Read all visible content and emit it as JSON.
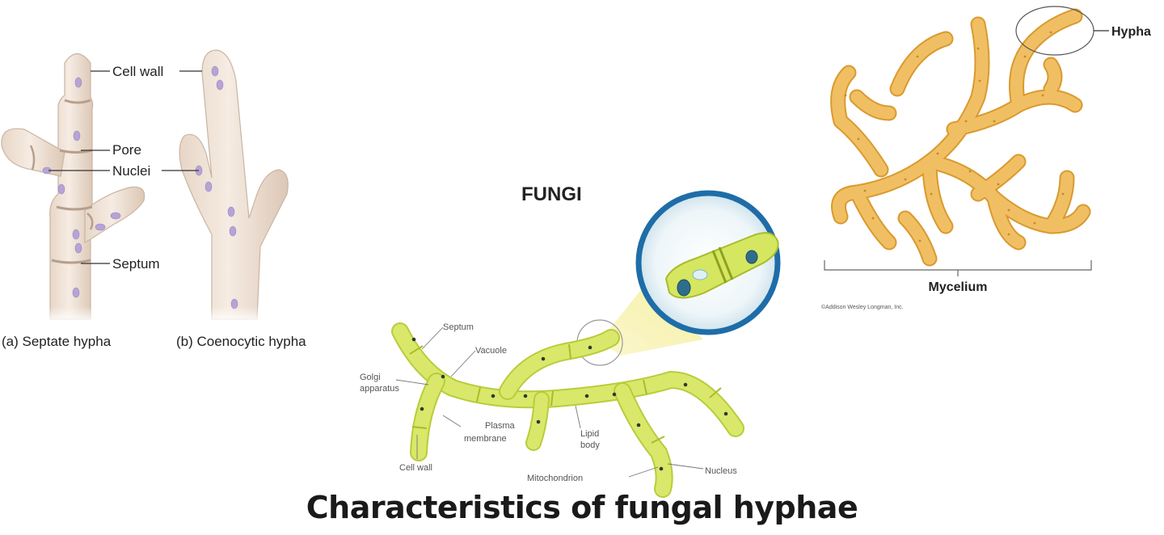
{
  "panel_a": {
    "labels": {
      "cell_wall": "Cell wall",
      "pore": "Pore",
      "nuclei": "Nuclei",
      "septum": "Septum"
    },
    "caption": "(a) Septate hypha"
  },
  "panel_b": {
    "caption": "(b) Coenocytic hypha"
  },
  "center": {
    "heading": "FUNGI",
    "labels": {
      "septum": "Septum",
      "vacuole": "Vacuole",
      "golgi_line1": "Golgi",
      "golgi_line2": "apparatus",
      "plasma_line1": "Plasma",
      "plasma_line2": "membrane",
      "lipid_line1": "Lipid",
      "lipid_line2": "body",
      "cell_wall": "Cell wall",
      "mitochondrion": "Mitochondrion",
      "nucleus": "Nucleus"
    }
  },
  "mycelium_panel": {
    "hypha_label": "Hypha",
    "mycelium_label": "Mycelium",
    "credit": "©Addison Wesley Longman, Inc."
  },
  "title": "Characteristics of fungal hyphae",
  "colors": {
    "hypha_beige": "#efe2d6",
    "hypha_edge": "#c9b5a4",
    "nucleus_purple": "#b7a3d6",
    "mycelium_orange": "#f1bf63",
    "mycelium_edge": "#d99a2e",
    "green_fill": "#d5e660",
    "green_edge": "#a9bb2c",
    "magnifier_ring": "#1e6da8"
  }
}
